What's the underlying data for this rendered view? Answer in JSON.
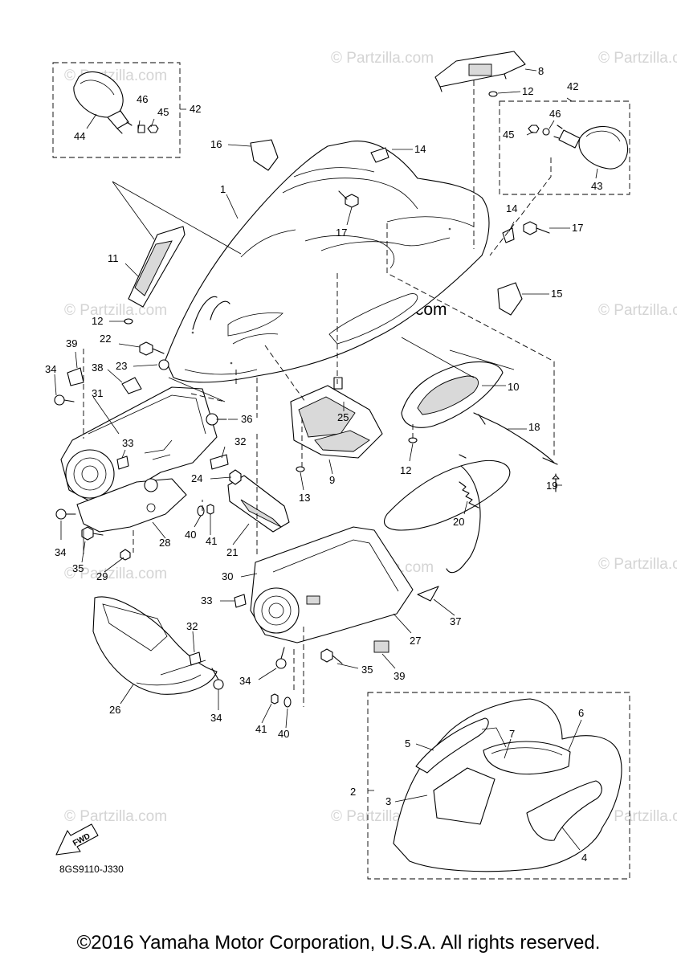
{
  "watermark": "© Partzilla.com",
  "watermark_center": "© Partzilla.com",
  "diagram_code": "8GS9110-J330",
  "fwd_label": "FWD",
  "copyright": "©2016 Yamaha Motor Corporation, U.S.A. All rights reserved.",
  "callouts": [
    "1",
    "2",
    "3",
    "4",
    "5",
    "6",
    "7",
    "8",
    "9",
    "10",
    "11",
    "12",
    "13",
    "14",
    "15",
    "16",
    "17",
    "18",
    "19",
    "20",
    "21",
    "22",
    "23",
    "24",
    "25",
    "26",
    "27",
    "28",
    "29",
    "30",
    "31",
    "32",
    "33",
    "34",
    "35",
    "36",
    "37",
    "38",
    "39",
    "40",
    "41",
    "42",
    "43",
    "44",
    "45",
    "46"
  ]
}
